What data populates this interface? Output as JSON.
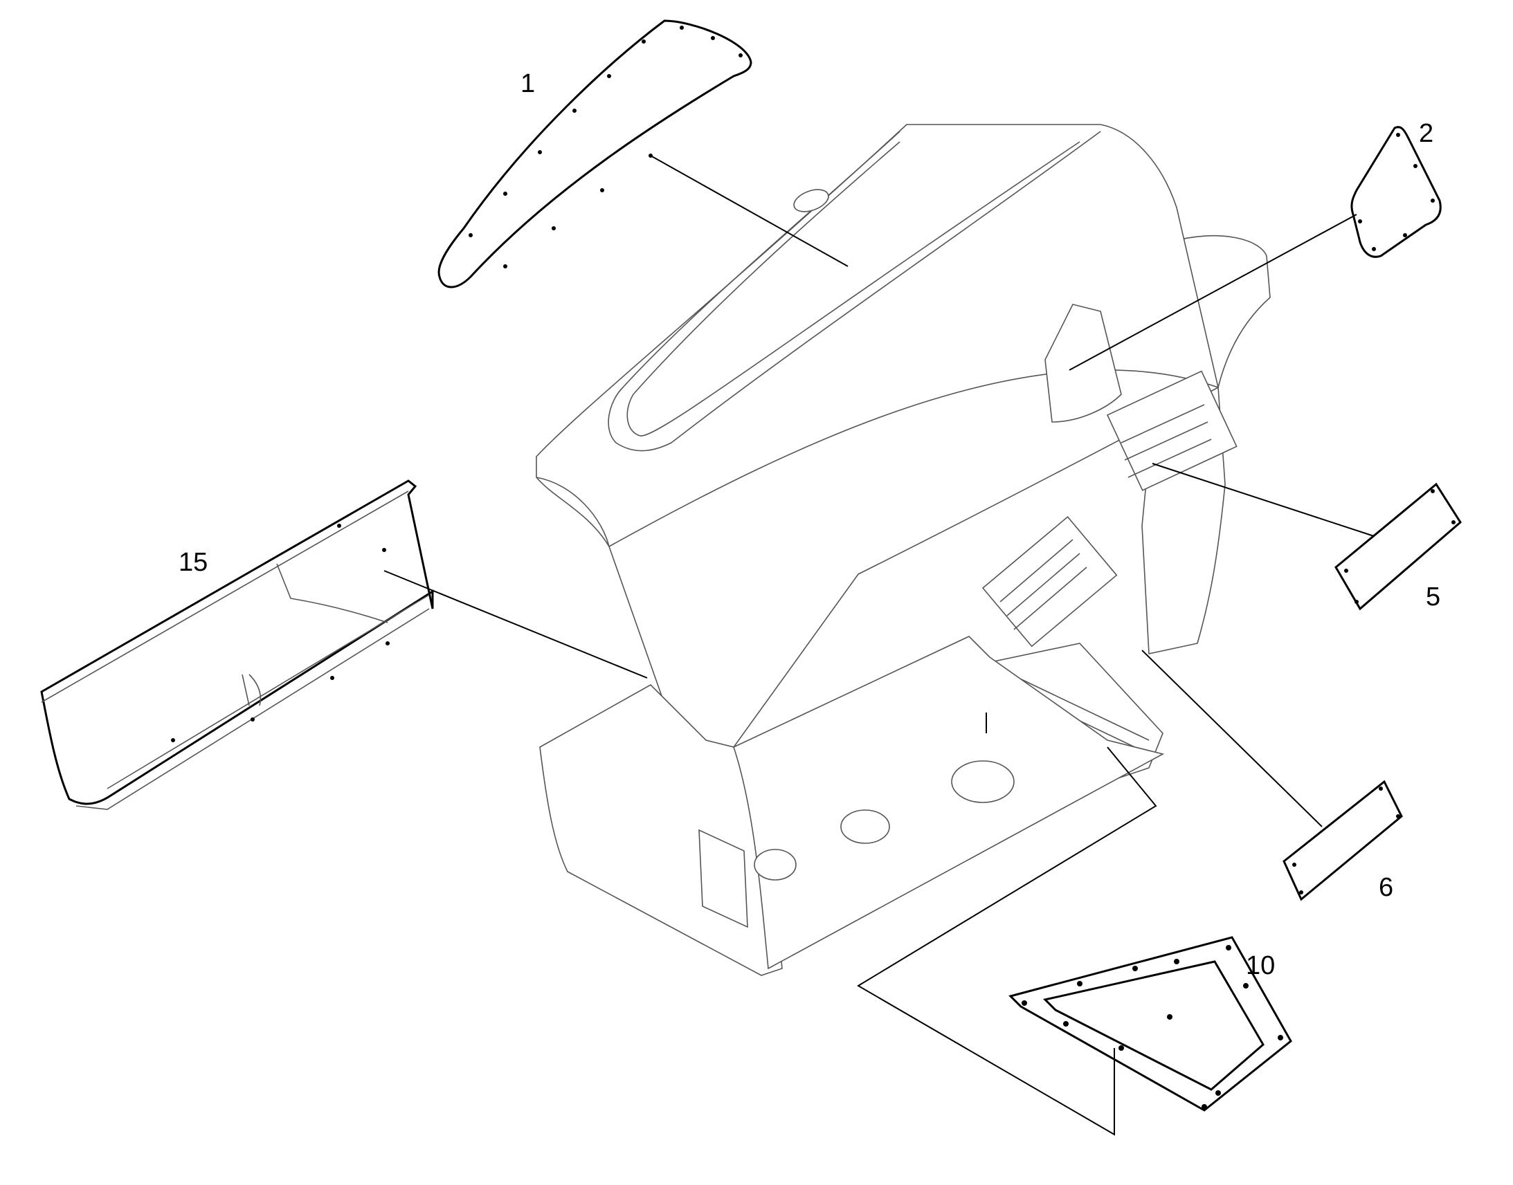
{
  "callouts": {
    "c1": "1",
    "c2": "2",
    "c5": "5",
    "c6": "6",
    "c10": "10",
    "c15": "15"
  },
  "colors": {
    "line": "#000000",
    "body_line": "#555555",
    "background": "#ffffff"
  }
}
